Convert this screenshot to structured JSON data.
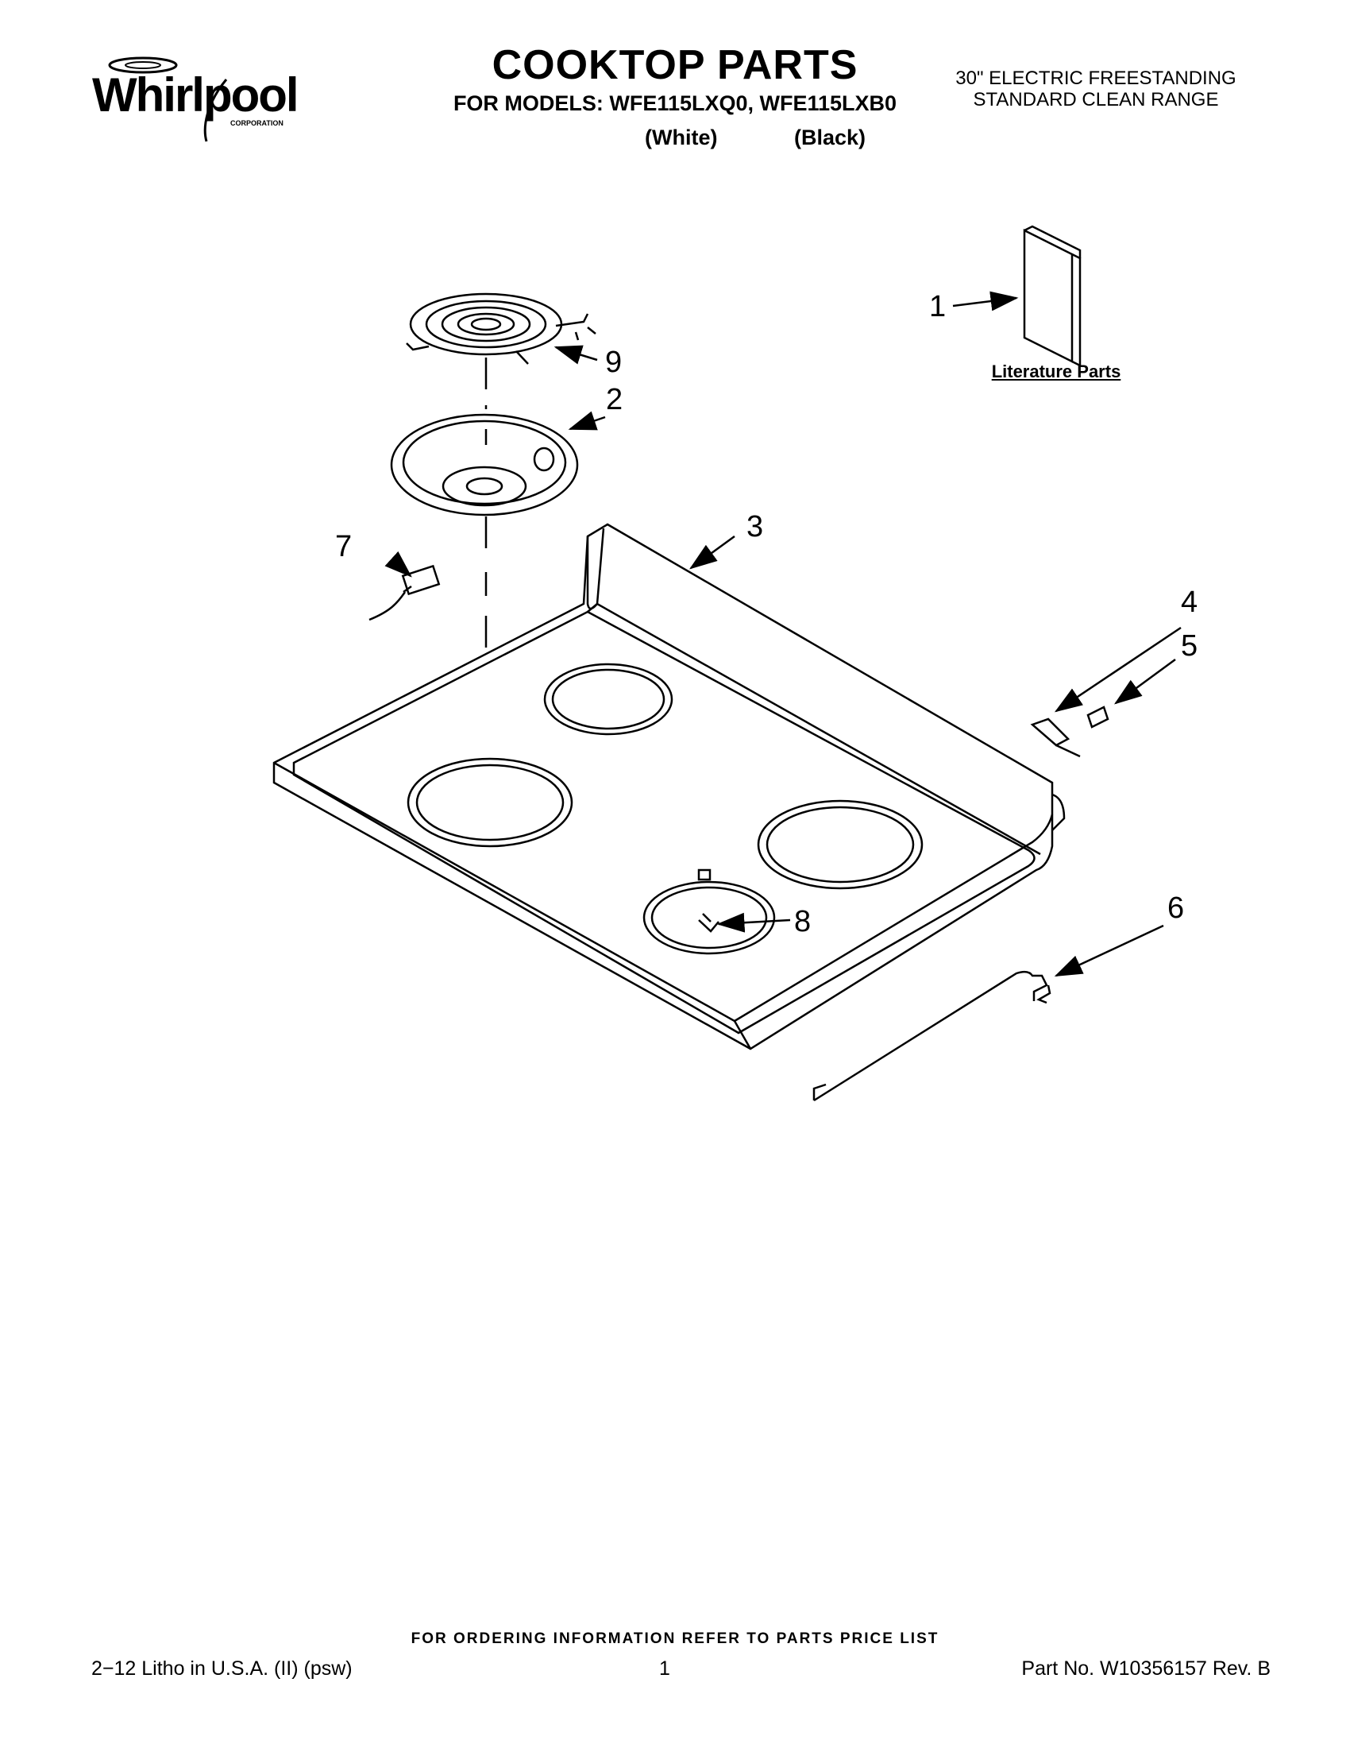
{
  "brand": {
    "name": "Whirlpool",
    "sub": "CORPORATION"
  },
  "header": {
    "title": "COOKTOP PARTS",
    "models": "FOR MODELS: WFE115LXQ0, WFE115LXB0",
    "variant_white": "(White)",
    "variant_black": "(Black)",
    "description_line1": "30\" ELECTRIC FREESTANDING",
    "description_line2": "STANDARD CLEAN RANGE"
  },
  "diagram": {
    "literature_label": "Literature Parts",
    "callouts": [
      "1",
      "2",
      "3",
      "4",
      "5",
      "6",
      "7",
      "8",
      "9"
    ]
  },
  "footer": {
    "ordering": "FOR ORDERING INFORMATION REFER TO PARTS PRICE LIST",
    "litho": "2−12 Litho in U.S.A. (II) (psw)",
    "page": "1",
    "part_no": "Part No. W10356157 Rev. B"
  }
}
